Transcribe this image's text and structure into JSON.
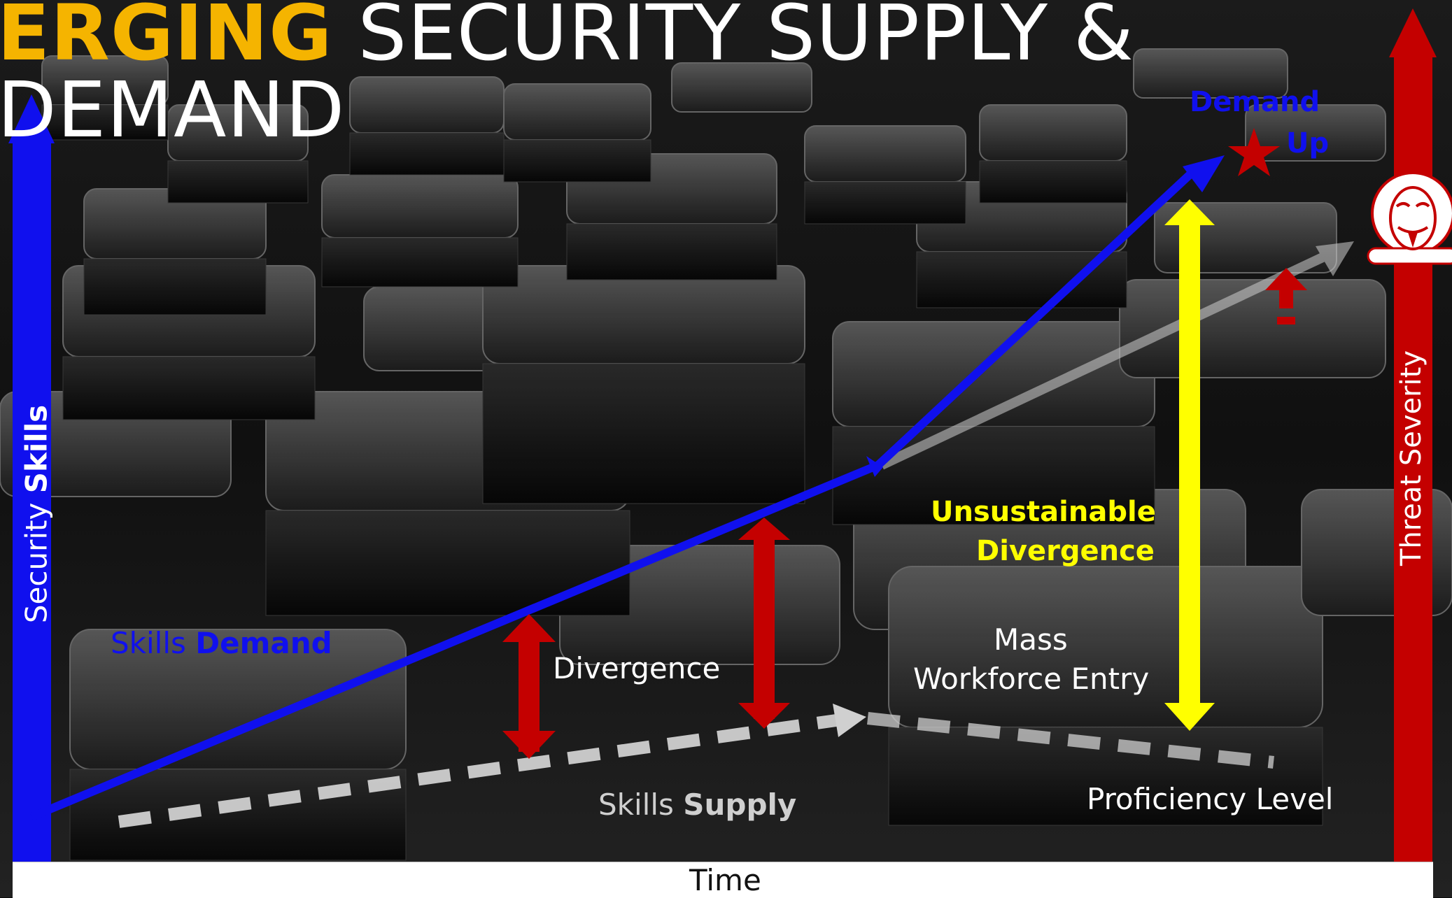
{
  "title": {
    "strong": "ERGING",
    "light": " SECURITY SUPPLY & DEMAND"
  },
  "axes": {
    "left": {
      "plain": "Security ",
      "strong": "Skills"
    },
    "right": "Threat Severity",
    "bottom": "Time"
  },
  "labels": {
    "skills_demand": {
      "plain": "Skills ",
      "strong": "Demand"
    },
    "skills_supply": {
      "plain": "Skills ",
      "strong": "Supply"
    },
    "divergence": "Divergence",
    "unsustainable": {
      "line1": "Unsustainable",
      "line2": "Divergence"
    },
    "mass_entry": {
      "line1": "Mass",
      "line2": "Workforce Entry"
    },
    "proficiency": "Proficiency Level",
    "demand_up": {
      "line1": "Demand",
      "line2": "Up"
    }
  },
  "icons": {
    "star": "star-icon",
    "hacker": "anonymous-mask-icon",
    "up_arrow": "exclamation-arrow-icon"
  },
  "colors": {
    "title_accent": "#f5b400",
    "demand_blue": "#1010ee",
    "threat_red": "#c40000",
    "supply_gray": "#d0d0d0",
    "unsustainable_yellow": "#ffff00"
  }
}
